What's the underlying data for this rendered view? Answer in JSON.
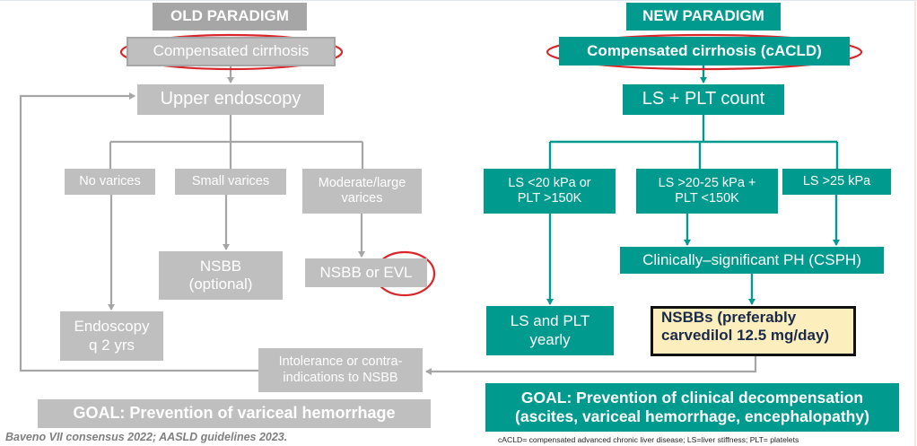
{
  "old_paradigm": {
    "title": "OLD PARADIGM",
    "start": "Compensated cirrhosis",
    "step1": "Upper endoscopy",
    "branches": [
      {
        "label": "No varices",
        "outcome": "Endoscopy q 2 yrs"
      },
      {
        "label": "Small varices",
        "outcome": "NSBB (optional)"
      },
      {
        "label": "Moderate/large varices",
        "outcome": "NSBB or EVL"
      }
    ],
    "outcome_lines": {
      "endoscopy": [
        "Endoscopy",
        "q 2 yrs"
      ],
      "nsbb_optional": [
        "NSBB",
        "(optional)"
      ],
      "moderate_large": [
        "Moderate/large",
        "varices"
      ]
    },
    "intolerance": [
      "Intolerance or contra-",
      "indications to NSBB"
    ],
    "goal": "GOAL: Prevention of variceal hemorrhage"
  },
  "new_paradigm": {
    "title": "NEW PARADIGM",
    "start": "Compensated cirrhosis (cACLD)",
    "step1": "LS + PLT count",
    "branches": [
      {
        "lines": [
          "LS <20 kPa or",
          "PLT >150K"
        ]
      },
      {
        "lines": [
          "LS >20-25 kPa +",
          "PLT <150K"
        ]
      },
      {
        "lines": [
          "LS >25 kPa"
        ]
      }
    ],
    "csph": "Clinically–significant PH (CSPH)",
    "followup": [
      "LS and PLT",
      "yearly"
    ],
    "treatment": [
      "NSBBs (preferably",
      "carvedilol 12.5 mg/day)"
    ],
    "goal": [
      "GOAL: Prevention of clinical decompensation",
      "(ascites, variceal hemorrhage, encephalopathy)"
    ]
  },
  "footer": {
    "citation": "Baveno VII consensus 2022;  AASLD guidelines 2023.",
    "abbreviations": "cACLD= compensated advanced chronic liver disease; LS=liver stiffness; PLT= platelets"
  },
  "colors": {
    "old_box": "#bfbfbf",
    "old_connector": "#a6a6a6",
    "new_box": "#009a8e",
    "highlight_fill": "#fdeebd",
    "annotation_circle": "#d9262b"
  }
}
